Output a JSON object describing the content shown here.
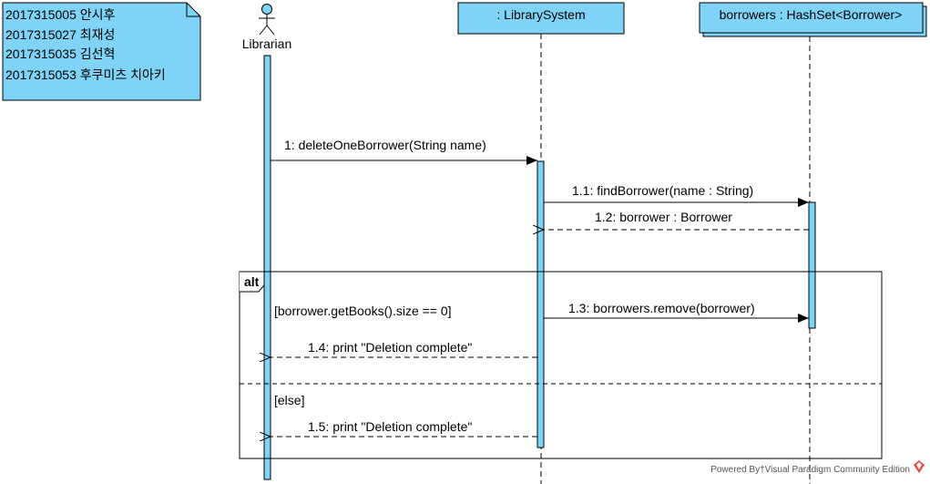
{
  "note": {
    "lines": [
      "2017315005 안시후",
      "2017315027 최재성",
      "2017315035 김선혁",
      "2017315053 후쿠미츠 치아키"
    ]
  },
  "lifelines": {
    "librarian": "Librarian",
    "system": ": LibrarySystem",
    "borrowers": "borrowers : HashSet<Borrower>"
  },
  "messages": {
    "m1": "1: deleteOneBorrower(String name)",
    "m11": "1.1: findBorrower(name : String)",
    "m12": "1.2: borrower : Borrower",
    "m13": "1.3: borrowers.remove(borrower)",
    "m14": "1.4: print \"Deletion complete\"",
    "m15": "1.5: print \"Deletion complete\""
  },
  "fragment": {
    "operator": "alt",
    "guard1": "[borrower.getBooks().size == 0]",
    "guard2": "[else]"
  },
  "watermark": "Powered By†Visual Paradigm Community Edition",
  "colors": {
    "fill": "#7fd3f7",
    "stroke": "#000000"
  }
}
